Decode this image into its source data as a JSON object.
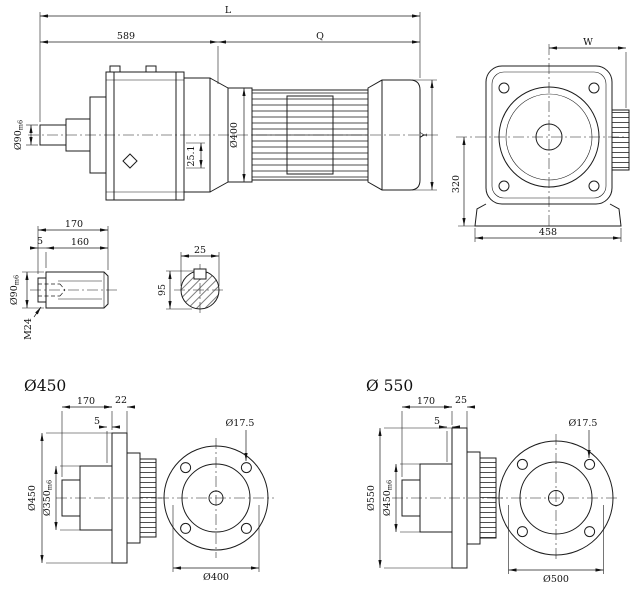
{
  "main_view": {
    "dim_L": "L",
    "dim_589": "589",
    "dim_Q": "Q",
    "shaft_dia": "Ø90",
    "shaft_tol": "m6",
    "motor_flange_dia": "Ø400",
    "dim_25_1": "25.1",
    "dim_Y": "Y"
  },
  "end_view": {
    "dim_W": "W",
    "dim_320": "320",
    "dim_458": "458"
  },
  "shaft_detail": {
    "dim_170": "170",
    "dim_5": "5",
    "dim_160": "160",
    "shaft_dia": "Ø90",
    "shaft_tol": "m6",
    "thread": "M24"
  },
  "key_section": {
    "dim_25": "25",
    "dim_95": "95"
  },
  "flange_450": {
    "heading": "Ø450",
    "dim_170": "170",
    "dim_22": "22",
    "dim_5": "5",
    "flange_dia": "Ø450",
    "spigot_dia": "Ø350",
    "spigot_tol": "m6",
    "bolt_hole_dia": "Ø17.5",
    "bolt_circle_dia": "Ø400"
  },
  "flange_550": {
    "heading": "Ø 550",
    "dim_170": "170",
    "dim_25": "25",
    "dim_5": "5",
    "flange_dia": "Ø550",
    "spigot_dia": "Ø450",
    "spigot_tol": "m6",
    "bolt_hole_dia": "Ø17.5",
    "bolt_circle_dia": "Ø500"
  }
}
